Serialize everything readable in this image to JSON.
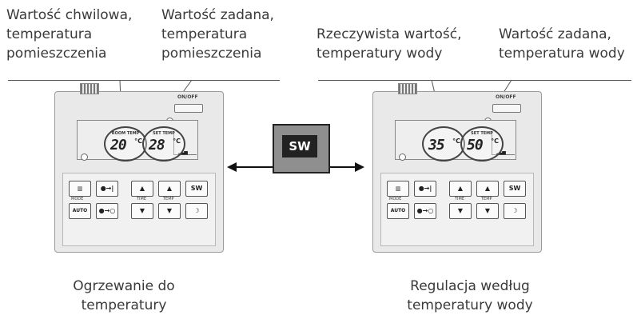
{
  "labels": {
    "left_current": "Wartość chwilowa,\ntemperatura\npomieszczenia",
    "left_set": "Wartość zadana,\ntemperatura\npomieszczenia",
    "right_current": "Rzeczywista wartość,\ntemperatury wody",
    "right_set": "Wartość zadana,\ntemperatura wody"
  },
  "captions": {
    "left": "Ogrzewanie do\ntemperatury",
    "right": "Regulacja według\ntemperatury wody"
  },
  "switch_button": {
    "label": "SW"
  },
  "controllers": {
    "left": {
      "onoff": "ON/OFF",
      "display_current": {
        "tag": "ROOM TEMP",
        "value": "20",
        "unit": "°C"
      },
      "display_set": {
        "tag": "SET TEMP",
        "value": "28",
        "unit": "°C"
      }
    },
    "right": {
      "onoff": "ON/OFF",
      "display_current": {
        "tag": "",
        "value": "35",
        "unit": "°C"
      },
      "display_set": {
        "tag": "SET TEMP",
        "value": "50",
        "unit": "°C"
      }
    }
  },
  "keys": {
    "mode": "MODE",
    "auto": "AUTO",
    "timer_on": "●→|",
    "timer_off": "●→○",
    "time_label": "TIME",
    "temp_label": "TEMP",
    "up": "▲",
    "down": "▼",
    "sw": "SW",
    "sleep": "☽"
  }
}
